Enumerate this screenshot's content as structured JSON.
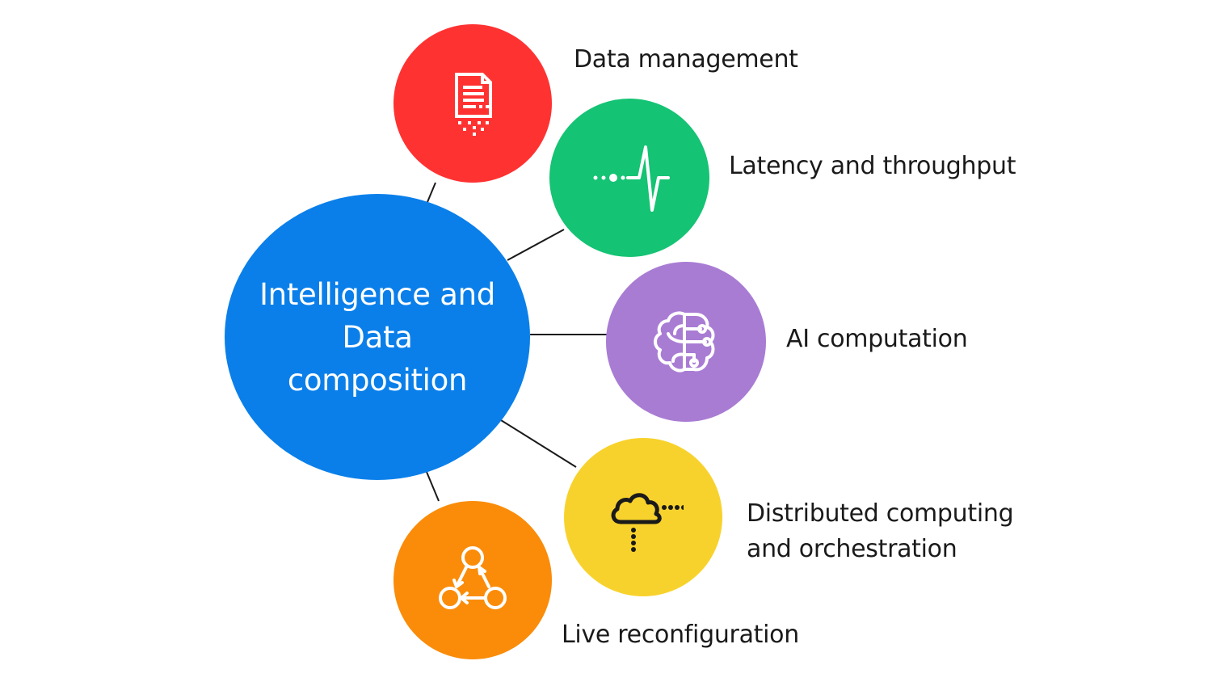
{
  "center": {
    "label": "Intelligence and\nData\ncomposition",
    "color": "#0a7fea"
  },
  "nodes": [
    {
      "label": "Data management",
      "icon": "document-icon",
      "color": "#ff3232"
    },
    {
      "label": "Latency and throughput",
      "icon": "pulse-icon",
      "color": "#14c373"
    },
    {
      "label": "AI computation",
      "icon": "brain-circuit-icon",
      "color": "#a97cd4"
    },
    {
      "label": "Distributed computing\nand orchestration",
      "icon": "cloud-network-icon",
      "color": "#f8d22c"
    },
    {
      "label": "Live reconfiguration",
      "icon": "cycle-nodes-icon",
      "color": "#fa8c0a"
    }
  ],
  "connector_color": "#1a1a1a"
}
